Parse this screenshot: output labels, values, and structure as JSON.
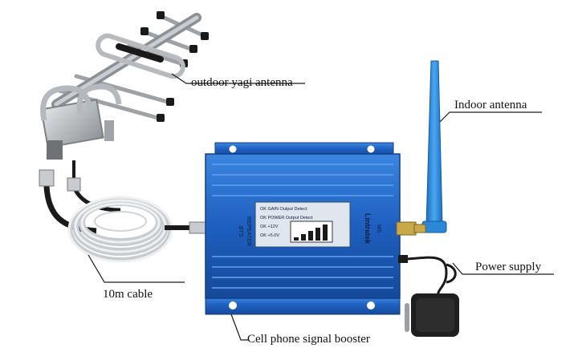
{
  "labels": {
    "outdoor": "outdoor yagi antenna",
    "indoor": "Indoor antenna",
    "power": "Power supply",
    "cable": "10m cable",
    "booster": "Cell phone signal booster"
  },
  "device": {
    "left_port": "BTS",
    "right_port": "MS",
    "brand": "Lintratek",
    "model": "REPEATER",
    "status_lines": [
      {
        "text": "GAIN Output Detect",
        "state": "OK"
      },
      {
        "text": "POWER Output Detect",
        "state": "OK"
      },
      {
        "text": "+12V",
        "state": "OK"
      },
      {
        "text": "+5.0V",
        "state": "OK"
      }
    ],
    "signal_bars": 5
  },
  "colors": {
    "booster_blue": "#1e5fbf",
    "antenna_blue": "#2a88d8",
    "metal": "#b8bcc0",
    "cable_white": "#e8ebee",
    "black": "#1a1a1a"
  }
}
